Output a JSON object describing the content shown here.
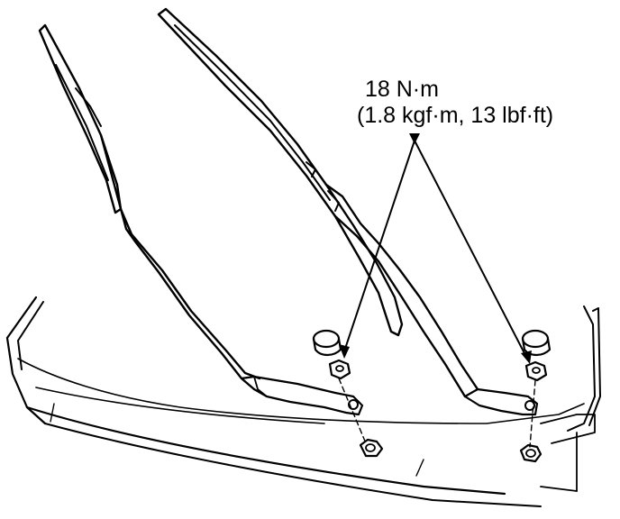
{
  "diagram": {
    "torque_label": {
      "value": "18 N·m",
      "alternate": "(1.8 kgf·m, 13 lbf·ft)"
    },
    "colors": {
      "line": "#000000",
      "background": "#ffffff"
    },
    "parts": [
      {
        "name": "wiper-arm-left",
        "icon": "wiper-arm"
      },
      {
        "name": "wiper-arm-right",
        "icon": "wiper-arm"
      },
      {
        "name": "cap-left",
        "icon": "cap"
      },
      {
        "name": "cap-right",
        "icon": "cap"
      },
      {
        "name": "nut-left",
        "icon": "hex-nut"
      },
      {
        "name": "nut-right",
        "icon": "hex-nut"
      },
      {
        "name": "pivot-left",
        "icon": "pivot-shaft"
      },
      {
        "name": "pivot-right",
        "icon": "pivot-shaft"
      }
    ]
  }
}
